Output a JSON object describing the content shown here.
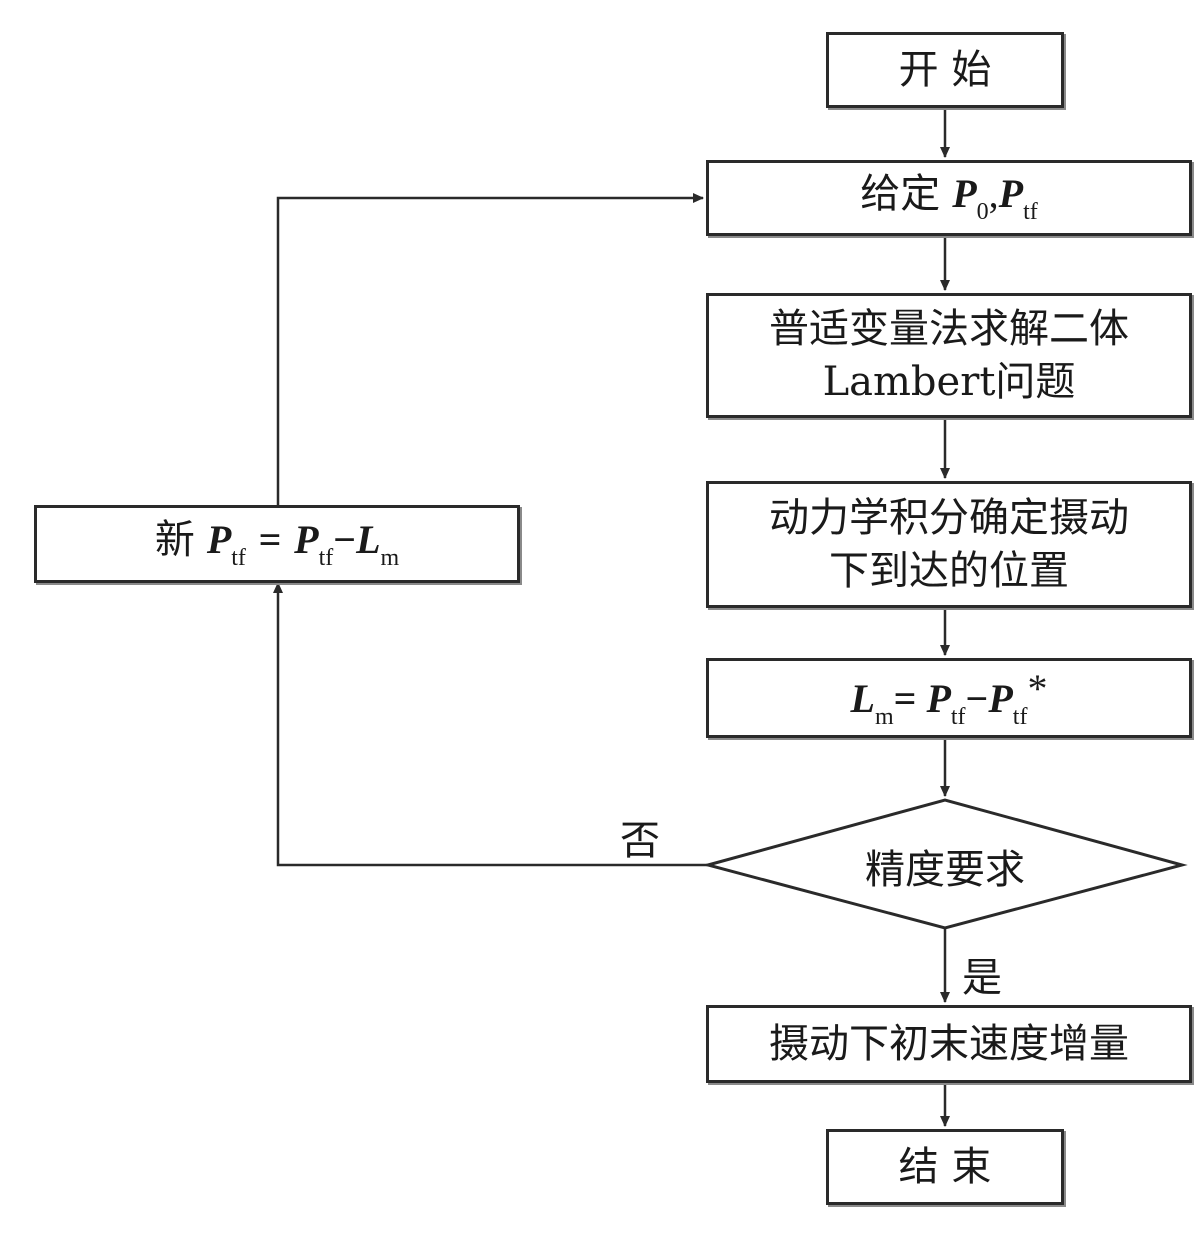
{
  "flowchart": {
    "start": "开 始",
    "given_prefix": "给定",
    "given_p0_base": "P",
    "given_p0_sub": "0",
    "given_sep": ",",
    "given_ptf_base": "P",
    "given_ptf_sub": "tf",
    "lambert_line1": "普适变量法求解二体",
    "lambert_line2": "Lambert问题",
    "dynamics_line1": "动力学积分确定摄动",
    "dynamics_line2": "下到达的位置",
    "lm_base": "L",
    "lm_sub": "m",
    "lm_eq": "=",
    "lm_p1_base": "P",
    "lm_p1_sub": "tf",
    "lm_minus": "−",
    "lm_p2_base": "P",
    "lm_p2_sub": "tf",
    "lm_star": "*",
    "decision": "精度要求",
    "no_label": "否",
    "yes_label": "是",
    "result": "摄动下初末速度增量",
    "end": "结 束",
    "update_prefix": "新",
    "update_p_base": "P",
    "update_p_sub": "tf",
    "update_eq": "=",
    "update_p2_base": "P",
    "update_p2_sub": "tf",
    "update_minus": "−",
    "update_l_base": "L",
    "update_l_sub": "m"
  }
}
